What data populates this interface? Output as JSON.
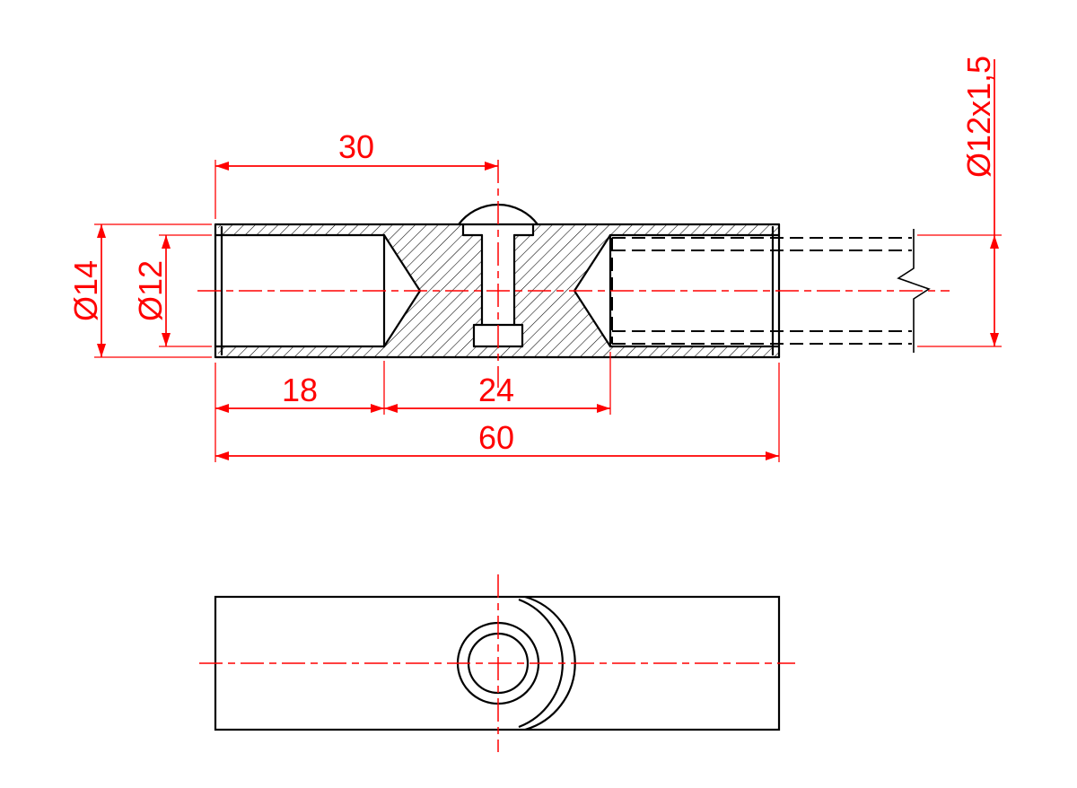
{
  "page": {
    "background": "#ffffff"
  },
  "drawing": {
    "colors": {
      "outline": "#000000",
      "dimension": "#ff0000",
      "centerline": "#ff0000"
    },
    "dimensions": {
      "top_length": "30",
      "outer_diameter": "Ø14",
      "bore_diameter": "Ø12",
      "left_bore_depth": "18",
      "middle_length": "24",
      "total_length": "60",
      "tube_spec": "Ø12x1,5"
    }
  }
}
